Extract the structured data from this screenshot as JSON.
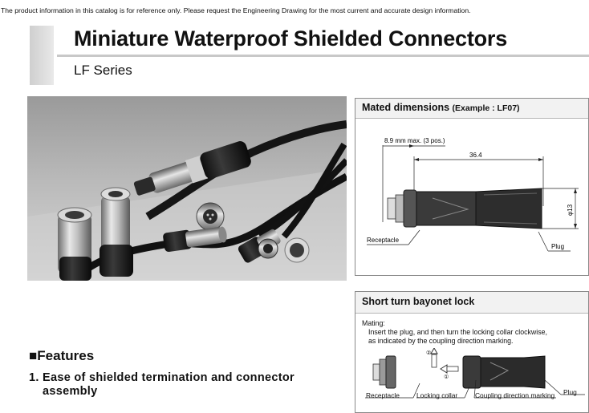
{
  "disclaimer": "The product information in this catalog is for reference only. Please request the Engineering Drawing for the most current and accurate design information.",
  "title": "Miniature Waterproof Shielded Connectors",
  "subtitle": "LF Series",
  "mated_panel": {
    "title": "Mated dimensions",
    "example": "(Example : LF07)",
    "dim_max": "8.9 mm max. (3 pos.)",
    "dim_length": "36.4",
    "dim_dia": "φ13",
    "label_receptacle": "Receptacle",
    "label_plug": "Plug"
  },
  "bayonet_panel": {
    "title": "Short turn bayonet lock",
    "mating_label": "Mating:",
    "mating_line1": "Insert the plug, and then turn the locking collar clockwise,",
    "mating_line2": "as indicated by the coupling direction marking.",
    "label_receptacle": "Receptacle",
    "label_locking_collar": "Locking collar",
    "label_coupling": "Coupling direction marking",
    "label_plug": "Plug",
    "step1": "①",
    "step2": "②"
  },
  "features": {
    "heading": "Features",
    "items": [
      {
        "number": "1.",
        "line1": "Ease of shielded termination and connector",
        "line2": "assembly"
      }
    ]
  }
}
